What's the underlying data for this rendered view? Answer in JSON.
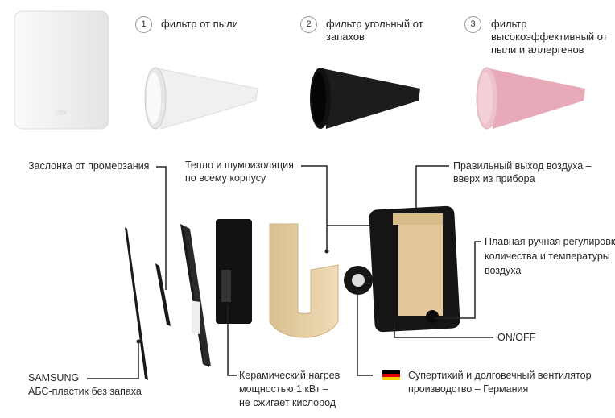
{
  "device": {
    "logo": "OBY"
  },
  "filters": [
    {
      "number": "1",
      "label": "фильтр от пыли",
      "color": "#eeeeee"
    },
    {
      "number": "2",
      "label": "фильтр угольный от запахов",
      "color": "#1a1a1a"
    },
    {
      "number": "3",
      "label": "фильтр высокоэффективный от пыли и аллергенов",
      "color": "#e8a9b8"
    }
  ],
  "callouts": {
    "damper": "Заслонка от промерзания",
    "insulation": [
      "Тепло и шумоизоляция",
      "по всему корпусу"
    ],
    "air_outlet": [
      "Правильный выход воздуха –",
      "вверх из прибора"
    ],
    "regulation": [
      "Плавная ручная регулировк",
      "количества и температуры",
      "воздуха"
    ],
    "onoff": "ON/OFF",
    "panel": [
      "SAMSUNG",
      "АБС-пластик без запаха"
    ],
    "heater": [
      "Керамический нагрев",
      "мощностью 1 кВт –",
      "не сжигает кислород"
    ],
    "fan": [
      "Супертихий и долговечный вентилятор",
      "производство – Германия"
    ]
  },
  "colors": {
    "beige": "#e6cfa3",
    "dark": "#151515"
  }
}
